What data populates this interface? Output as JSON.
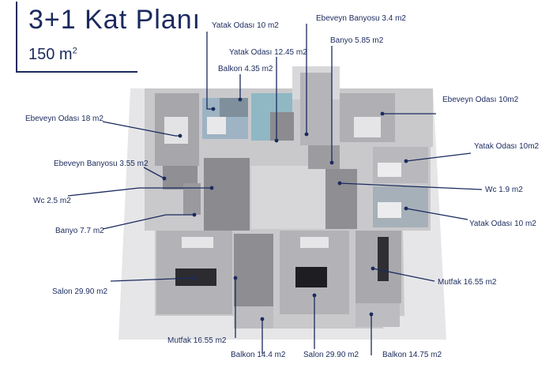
{
  "title": {
    "main": "3+1 Kat Planı",
    "area_value": "150 m",
    "area_unit_sup": "2"
  },
  "colors": {
    "accent": "#1b2a5e"
  },
  "labels": [
    {
      "id": "yatak-odasi-10-top",
      "text": "Yatak Odası 10 m2"
    },
    {
      "id": "ebeveyn-banyosu-3-4",
      "text": "Ebeveyn Banyosu 3.4 m2"
    },
    {
      "id": "yatak-odasi-12-45",
      "text": "Yatak Odası 12.45 m2"
    },
    {
      "id": "banyo-5-85",
      "text": "Banyo 5.85 m2"
    },
    {
      "id": "balkon-4-35",
      "text": "Balkon 4.35 m2"
    },
    {
      "id": "ebeveyn-odasi-10",
      "text": "Ebeveyn Odası 10m2"
    },
    {
      "id": "ebeveyn-odasi-18",
      "text": "Ebeveyn Odası 18 m2"
    },
    {
      "id": "yatak-odasi-10-right",
      "text": "Yatak Odası 10m2"
    },
    {
      "id": "ebeveyn-banyosu-3-55",
      "text": "Ebeveyn Banyosu 3.55 m2"
    },
    {
      "id": "wc-2-5",
      "text": "Wc 2.5 m2"
    },
    {
      "id": "wc-1-9",
      "text": "Wc 1.9 m2"
    },
    {
      "id": "banyo-7-7",
      "text": "Banyo 7.7 m2"
    },
    {
      "id": "yatak-odasi-10-lower",
      "text": "Yatak Odası 10 m2"
    },
    {
      "id": "salon-29-90-left",
      "text": "Salon 29.90 m2"
    },
    {
      "id": "mutfak-16-55-right",
      "text": "Mutfak 16.55 m2"
    },
    {
      "id": "mutfak-16-55-bottom",
      "text": "Mutfak 16.55 m2"
    },
    {
      "id": "balkon-14-4",
      "text": "Balkon 14.4 m2"
    },
    {
      "id": "salon-29-90-bottom",
      "text": "Salon 29.90 m2"
    },
    {
      "id": "balkon-14-75",
      "text": "Balkon 14.75 m2"
    }
  ]
}
